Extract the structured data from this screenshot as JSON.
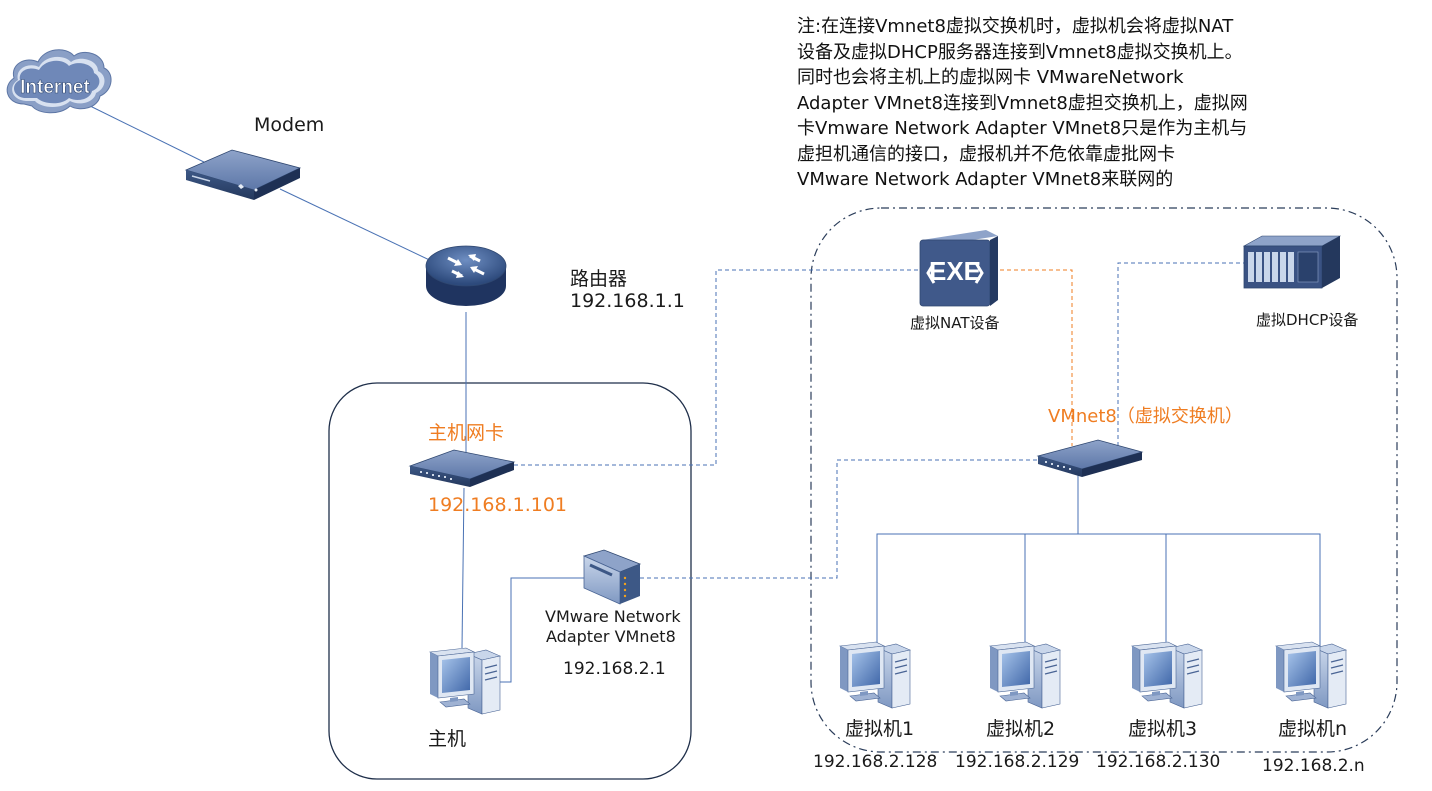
{
  "note": {
    "lines": [
      "注:在连接Vmnet8虚拟交换机时，虚拟机会将虚拟NAT",
      "设备及虚拟DHCP服务器连接到Vmnet8虚拟交换机上。",
      "同时也会将主机上的虚拟网卡 VMwareNetwork",
      "Adapter VMnet8连接到Vmnet8虚担交换机上，虚拟网",
      "卡Vmware Network Adapter VMnet8只是作为主机与",
      "虚担机通信的接口，虚报机并不危依靠虚批网卡",
      "VMware Network Adapter VMnet8来联网的"
    ]
  },
  "nodes": {
    "internet": {
      "label": "Internet"
    },
    "modem": {
      "label": "Modem"
    },
    "router": {
      "label": "路由器",
      "ip": "192.168.1.1"
    },
    "host_nic": {
      "label": "主机网卡",
      "ip": "192.168.1.101"
    },
    "vmnet8_adapter": {
      "label_line1": "VMware Network",
      "label_line2": "Adapter VMnet8",
      "ip": "192.168.2.1"
    },
    "host": {
      "label": "主机"
    },
    "nat": {
      "label": "虚拟NAT设备"
    },
    "dhcp": {
      "label": "虚拟DHCP设备"
    },
    "vswitch": {
      "label": "VMnet8（虚拟交换机）"
    },
    "vms": [
      {
        "label": "虚拟机1",
        "ip": "192.168.2.128"
      },
      {
        "label": "虚拟机2",
        "ip": "192.168.2.129"
      },
      {
        "label": "虚拟机3",
        "ip": "192.168.2.130"
      },
      {
        "label": "虚拟机n",
        "ip": "192.168.2.n"
      }
    ]
  },
  "colors": {
    "link": "#4a72b4",
    "accent": "#ef7d22",
    "device_dark": "#2f4770",
    "device_mid": "#4a6595",
    "device_light": "#6f86b4"
  }
}
